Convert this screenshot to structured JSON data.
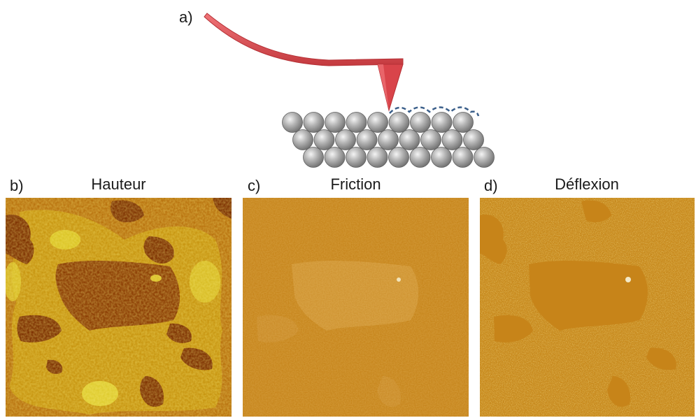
{
  "figure": {
    "panel_a": {
      "label": "a)"
    },
    "panel_b": {
      "label": "b)",
      "title": "Hauteur"
    },
    "panel_c": {
      "label": "c)",
      "title": "Friction"
    },
    "panel_d": {
      "label": "d)",
      "title": "Déflexion"
    }
  },
  "colors": {
    "cantilever": "#e04b4f",
    "sphere": "#a9a9a9",
    "dashed_outline": "#3b5f8a",
    "afm_dark": "#7a2e00",
    "afm_mid": "#b8640a",
    "afm_light": "#dcc62a",
    "friction_base": "#c6841a",
    "deflection_base": "#c98a1c"
  }
}
